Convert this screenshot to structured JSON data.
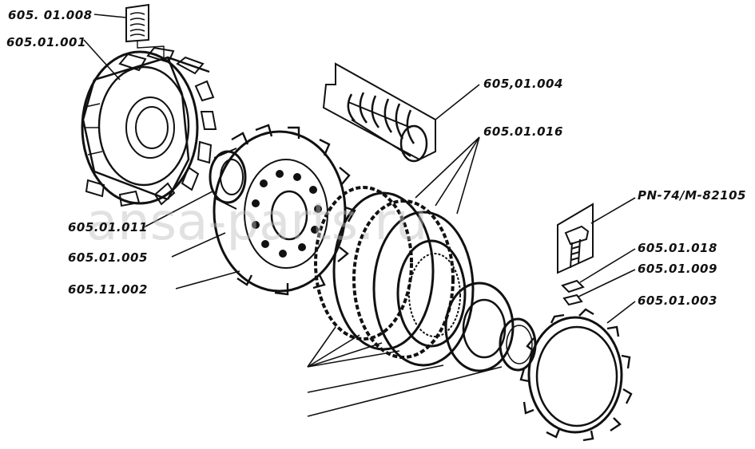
{
  "watermark": "ansa-parts.ru",
  "labels": {
    "p605_01_008": "605. 01.008",
    "p605_01_001": "605.01.001",
    "p605_01_004": "605,01.004",
    "p605_01_016": "605.01.016",
    "p605_01_011": "605.01.011",
    "p605_01_005": "605.01.005",
    "p605_11_002": "605.11.002",
    "pn_74": "PN-74/M-82105",
    "p605_01_018": "605.01.018",
    "p605_01_009": "605.01.009",
    "p605_01_003": "605.01.003"
  },
  "colors": {
    "ink": "#111111",
    "paper": "#ffffff",
    "watermark": "#bdbdbd"
  }
}
